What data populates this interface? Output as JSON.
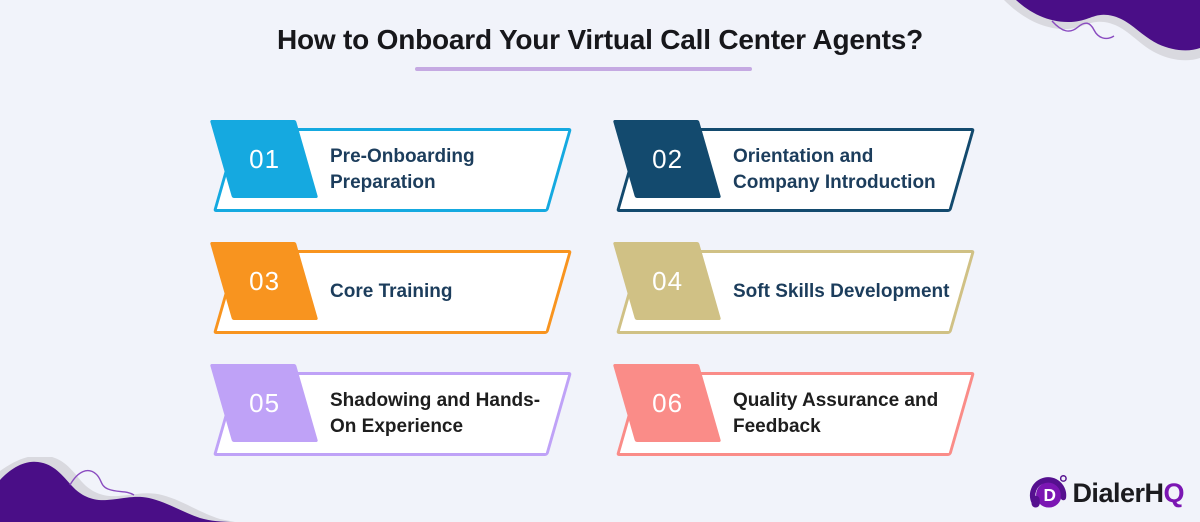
{
  "title": {
    "text": "How to Onboard Your Virtual Call Center Agents?"
  },
  "steps": [
    {
      "number": "01",
      "title": "Pre-Onboarding\nPreparation",
      "accent": "#15A9E0",
      "text_color": "#1C3D5C"
    },
    {
      "number": "02",
      "title": "Orientation and\nCompany Introduction",
      "accent": "#134A6E",
      "text_color": "#1C3D5C"
    },
    {
      "number": "03",
      "title": "Core Training",
      "accent": "#F8941F",
      "text_color": "#1C3D5C"
    },
    {
      "number": "04",
      "title": "Soft Skills Development",
      "accent": "#D0C185",
      "text_color": "#1C3D5C"
    },
    {
      "number": "05",
      "title": "Shadowing and Hands-\nOn Experience",
      "accent": "#BFA2F7",
      "text_color": "#1E1E1E"
    },
    {
      "number": "06",
      "title": "Quality Assurance and\nFeedback",
      "accent": "#FA8C88",
      "text_color": "#1E1E1E"
    }
  ],
  "logo": {
    "text_black": "DialerH",
    "text_accent": "Q",
    "letter": "D"
  },
  "colors": {
    "background": "#F1F3FA",
    "title_text": "#17171B",
    "underline": "#C5A9E2",
    "decoration": "#4A0E87",
    "decoration_shadow": "#D9D9DF",
    "squiggle": "#8A4BC0",
    "logo_black": "#1B1B1F",
    "logo_purple": "#7B16B3",
    "logo_band": "#55108F"
  }
}
